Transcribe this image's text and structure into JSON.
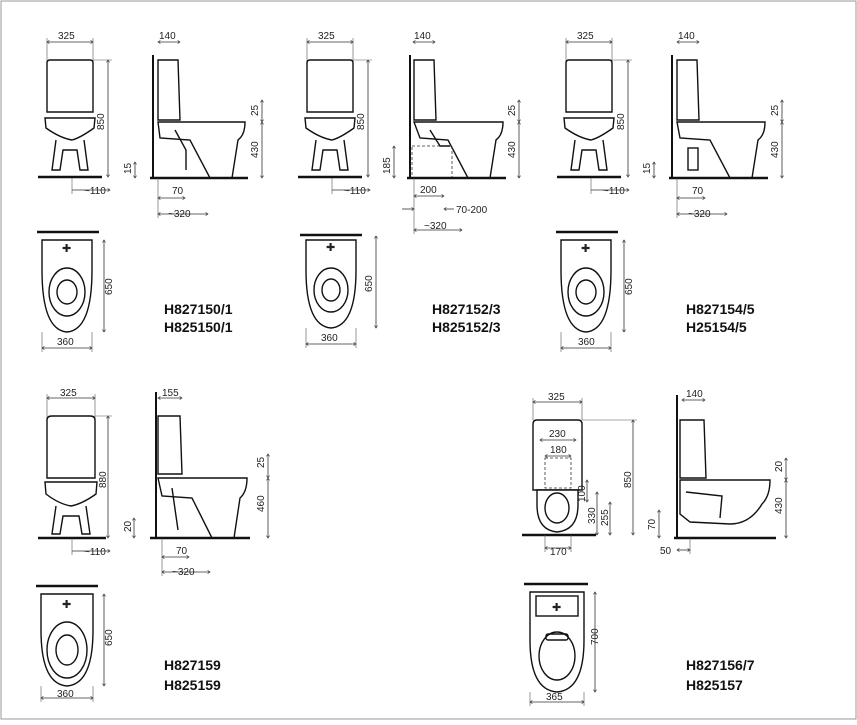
{
  "sheet": {
    "model_codes": [
      [
        "H827150/1",
        "H825150/1"
      ],
      [
        "H827152/3",
        "H825152/3"
      ],
      [
        "H827154/5",
        "H25154/5"
      ],
      [
        "H827159",
        "H825159"
      ],
      [
        "H827156/7",
        "H825157"
      ]
    ],
    "dims": {
      "front_width": "325",
      "side_width": "140",
      "side_width_b": "155",
      "height": "850",
      "height_b": "880",
      "top_offset": "25",
      "top_offset_b": "20",
      "seat_height": "430",
      "seat_height_b": "460",
      "floor_offset": "15",
      "floor_offset_b": "20",
      "waste_offset": "~110",
      "outlet_70": "70",
      "depth_320": "~320",
      "plan_depth": "650",
      "plan_width": "360",
      "s_outlet_185": "185",
      "s_outlet_200": "200",
      "s_outlet_range": "70-200",
      "wall_width_230": "230",
      "wall_width_180": "180",
      "wall_h_100": "100",
      "wall_h_330": "330",
      "wall_h_255": "255",
      "wall_w_170": "170",
      "wall_floor_70": "70",
      "wall_floor_50": "50",
      "wall_plan_depth": "700",
      "wall_plan_width": "365"
    }
  }
}
